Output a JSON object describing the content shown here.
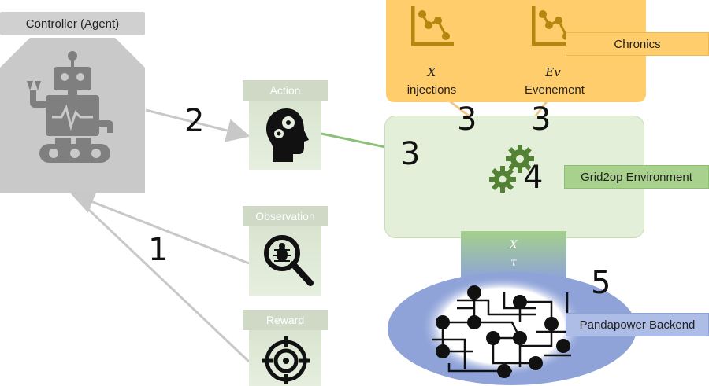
{
  "controller": {
    "title": "Controller (Agent)",
    "icon": "robot-icon"
  },
  "panels": {
    "action": {
      "title": "Action",
      "icon": "head-gears-icon"
    },
    "observation": {
      "title": "Observation",
      "icon": "magnifier-bug-icon"
    },
    "reward": {
      "title": "Reward",
      "icon": "target-icon"
    }
  },
  "chronics": {
    "label": "Chronics",
    "items": [
      {
        "symbol": "X",
        "label": "injections",
        "icon": "chart-icon"
      },
      {
        "symbol": "Ev",
        "label": "Evenement",
        "icon": "chart-icon"
      }
    ]
  },
  "environment": {
    "label": "Grid2op Environment",
    "icon": "gears-icon"
  },
  "transfer": {
    "symbol_top": "X",
    "symbol_bottom": "τ"
  },
  "backend": {
    "label": "Pandapower Backend",
    "icon": "grid-network-icon"
  },
  "steps": {
    "s1": "1",
    "s2": "2",
    "s3_action": "3",
    "s3_injections": "3",
    "s3_evenement": "3",
    "s4": "4",
    "s5": "5"
  },
  "colors": {
    "grey_box": "#c9c9c9",
    "grey_tab": "#d0d0d0",
    "grey_icon": "#7f7f7f",
    "chronics_bg": "#ffcd6b",
    "chronics_icon": "#b6860e",
    "env_bg": "#e3efd9",
    "env_tag": "#a9d18e",
    "gear": "#548235",
    "backend_bg": "#8fa3d8",
    "backend_tag": "#aebde6"
  }
}
